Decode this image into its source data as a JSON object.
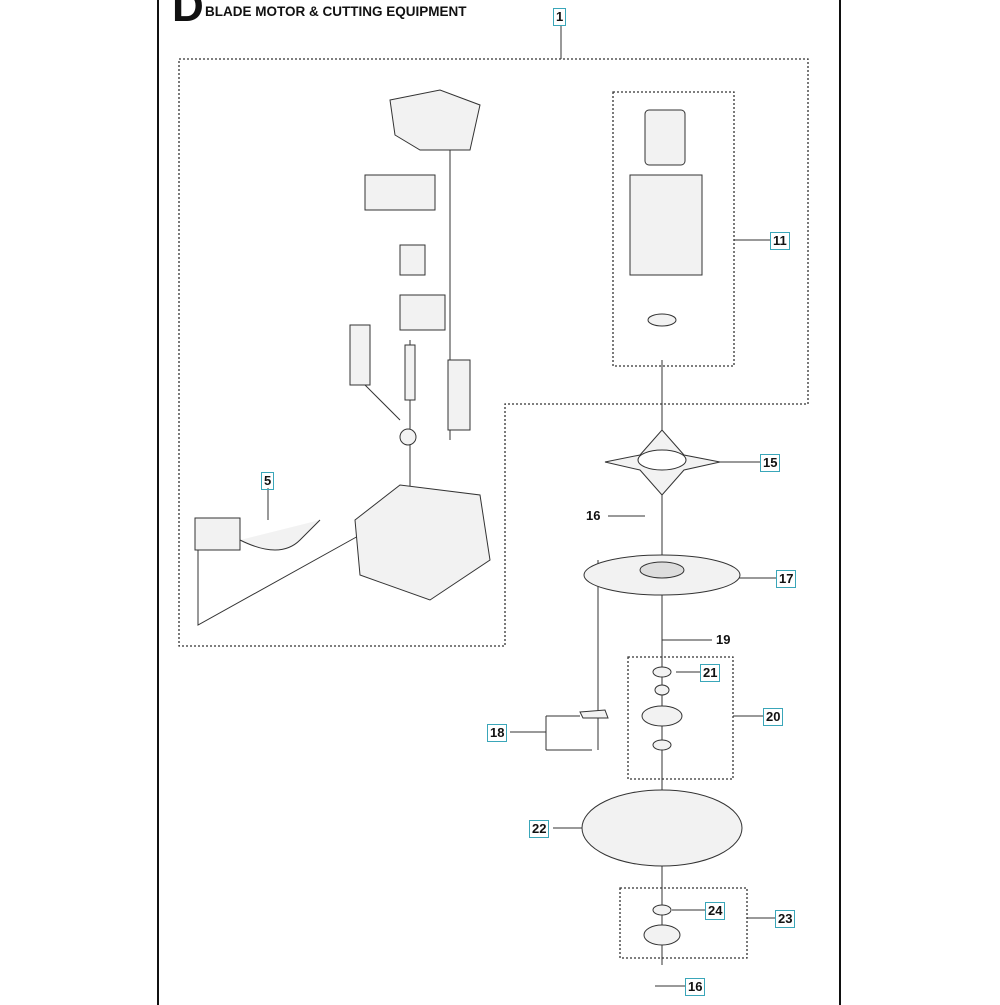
{
  "section_letter": "D",
  "title": "BLADE MOTOR & CUTTING EQUIPMENT",
  "callouts": {
    "c1": "1",
    "c11": "11",
    "c5": "5",
    "c15": "15",
    "c16a": "16",
    "c17": "17",
    "c19": "19",
    "c21": "21",
    "c20": "20",
    "c18": "18",
    "c22": "22",
    "c24": "24",
    "c23": "23",
    "c16b": "16"
  },
  "colors": {
    "callout_border": "#3aa6b9"
  }
}
